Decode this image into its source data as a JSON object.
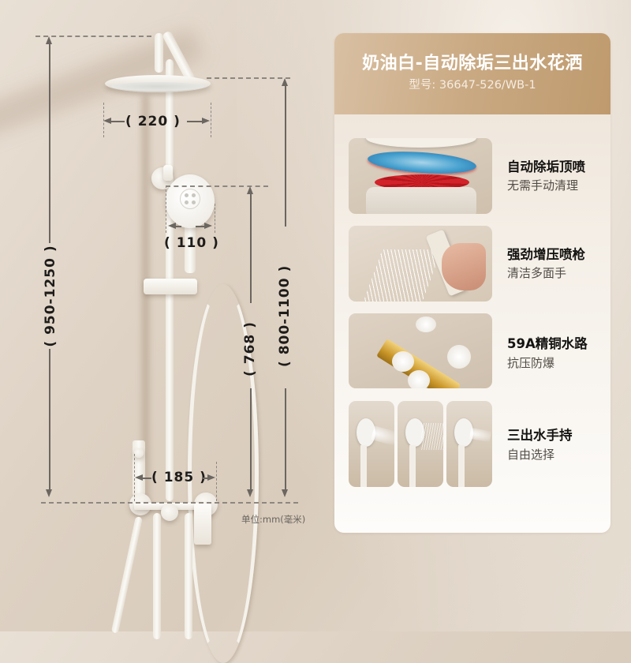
{
  "dimensions": {
    "rain_head_width": "( 220 )",
    "hand_shower_width": "( 110 )",
    "bar_spacing": "( 185 )",
    "total_height": "( 950-1250 )",
    "rain_head_height": "( 800-1100 )",
    "hand_shower_height": "( 768 )",
    "unit": "单位:mm(毫米)"
  },
  "panel": {
    "title": "奶油白-自动除垢三出水花洒",
    "model": "型号: 36647-526/WB-1",
    "header_gradient": [
      "#d9c0a3",
      "#bf9a6e"
    ],
    "features": [
      {
        "title": "自动除垢顶喷",
        "subtitle": "无需手动清理",
        "image": "descaling-filter-disc"
      },
      {
        "title": "强劲增压喷枪",
        "subtitle": "清洁多面手",
        "image": "hand-spray-gun"
      },
      {
        "title": "59A精铜水路",
        "subtitle": "抗压防爆",
        "image": "brass-valve-body"
      },
      {
        "title": "三出水手持",
        "subtitle": "自由选择",
        "image": "three-spray-modes"
      }
    ]
  },
  "colors": {
    "background": "#ded2c4",
    "product": "#f5f2ec",
    "dimension_line": "#6b6660",
    "title_text": "#151412",
    "subtitle_text": "#514c46"
  }
}
